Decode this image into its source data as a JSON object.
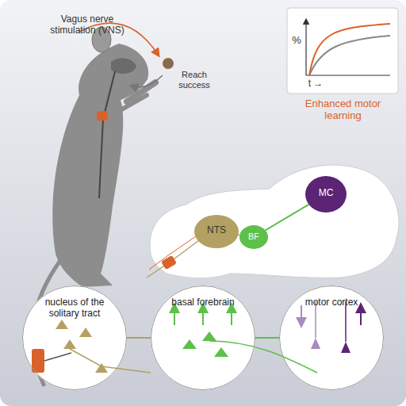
{
  "diagram": {
    "nodes": [
      {
        "text": [
          "NTS"
        ]
      },
      {
        "text": [
          "BF"
        ]
      },
      {
        "text": [
          "MC"
        ]
      },
      {
        "text": [
          "nucleus of the solitary tract"
        ]
      },
      {
        "text": [
          "basal forebrain"
        ]
      },
      {
        "text": [
          "motor cortex"
        ]
      }
    ],
    "edges": [
      {
        "from": 0,
        "to": 1,
        "arrow": "none"
      },
      {
        "from": 1,
        "to": 2,
        "arrow": "none"
      },
      {
        "from": 3,
        "to": 4,
        "arrow": "none"
      },
      {
        "from": 4,
        "to": 5,
        "arrow": "none"
      }
    ],
    "labels": [
      "Vagus nerve stimulation (VNS)",
      "Reach success",
      "%",
      "t →",
      "Enhanced motor learning"
    ]
  }
}
